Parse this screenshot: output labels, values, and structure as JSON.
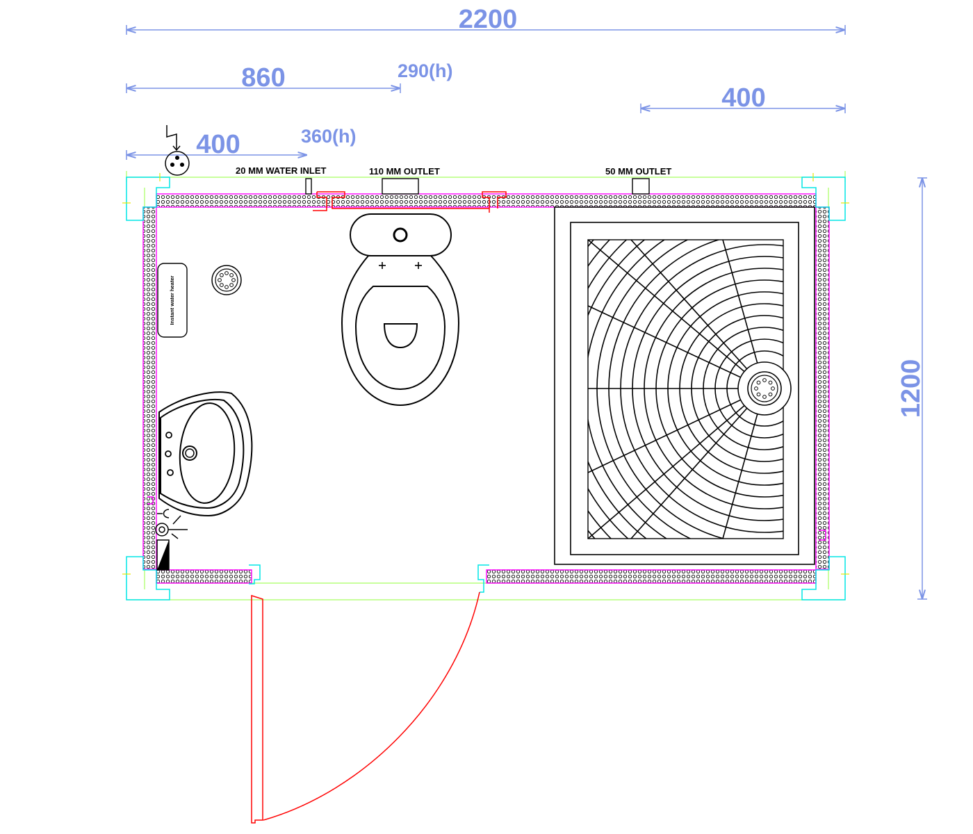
{
  "dimensions": {
    "overall_width": "2200",
    "toilet_offset": "860",
    "toilet_height": "290(h)",
    "shower_outlet_offset": "400",
    "inlet_offset": "400",
    "inlet_height": "360(h)",
    "overall_depth": "1200"
  },
  "labels": {
    "water_inlet": "20 MM WATER INLET",
    "outlet_110": "110 MM OUTLET",
    "outlet_50": "50 MM OUTLET",
    "water_heater": "Instant water heater"
  },
  "colors": {
    "dimension": "#7b93e6",
    "wall_outline": "#ff00ff",
    "frame": "#00ffff",
    "guide": "#a8ff60",
    "door": "#ff0000",
    "fixture": "#000000"
  },
  "icons": {
    "power_socket": "electrical-socket-icon",
    "floor_drain": "floor-drain-icon"
  }
}
